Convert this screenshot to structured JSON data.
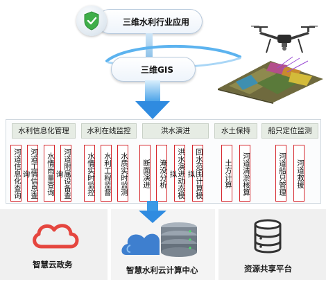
{
  "top_node": {
    "label": "三维水利行业应用",
    "icon": "shield-check-icon"
  },
  "gis_node": {
    "label": "三维GIS"
  },
  "categories": [
    {
      "label": "水利信息化管理"
    },
    {
      "label": "水利在线监控"
    },
    {
      "label": "洪水演进"
    },
    {
      "label": "水土保持"
    },
    {
      "label": "船只定位监测"
    }
  ],
  "functions": [
    {
      "label": "河道信息化查询"
    },
    {
      "label": "河道工情信息查询"
    },
    {
      "label": "水情雨量查询"
    },
    {
      "label": "河道附属设备查询"
    },
    {
      "label": "水情实时监控"
    },
    {
      "label": "水利工程监督"
    },
    {
      "label": "水质实时监测"
    },
    {
      "label": "断面演进"
    },
    {
      "label": "淹没分析"
    },
    {
      "label": "洪水演进动态模拟"
    },
    {
      "label": "回水范围计算模拟"
    },
    {
      "label": "土方计算"
    },
    {
      "label": "河道清淤核算"
    },
    {
      "label": "河道船只管理"
    },
    {
      "label": "河道救援"
    }
  ],
  "bottom": {
    "left": {
      "label": "智慧云政务",
      "icon": "cloud-icon"
    },
    "center": {
      "label": "智慧水利云计算中心",
      "icon": "server-cloud-icon"
    },
    "right": {
      "label": "资源共享平台",
      "icon": "database-icon"
    }
  },
  "colors": {
    "accent_blue": "#2f8be0",
    "shield_green": "#3fae49",
    "leaf_border": "#d6262c",
    "cloud_red": "#e5463f"
  }
}
